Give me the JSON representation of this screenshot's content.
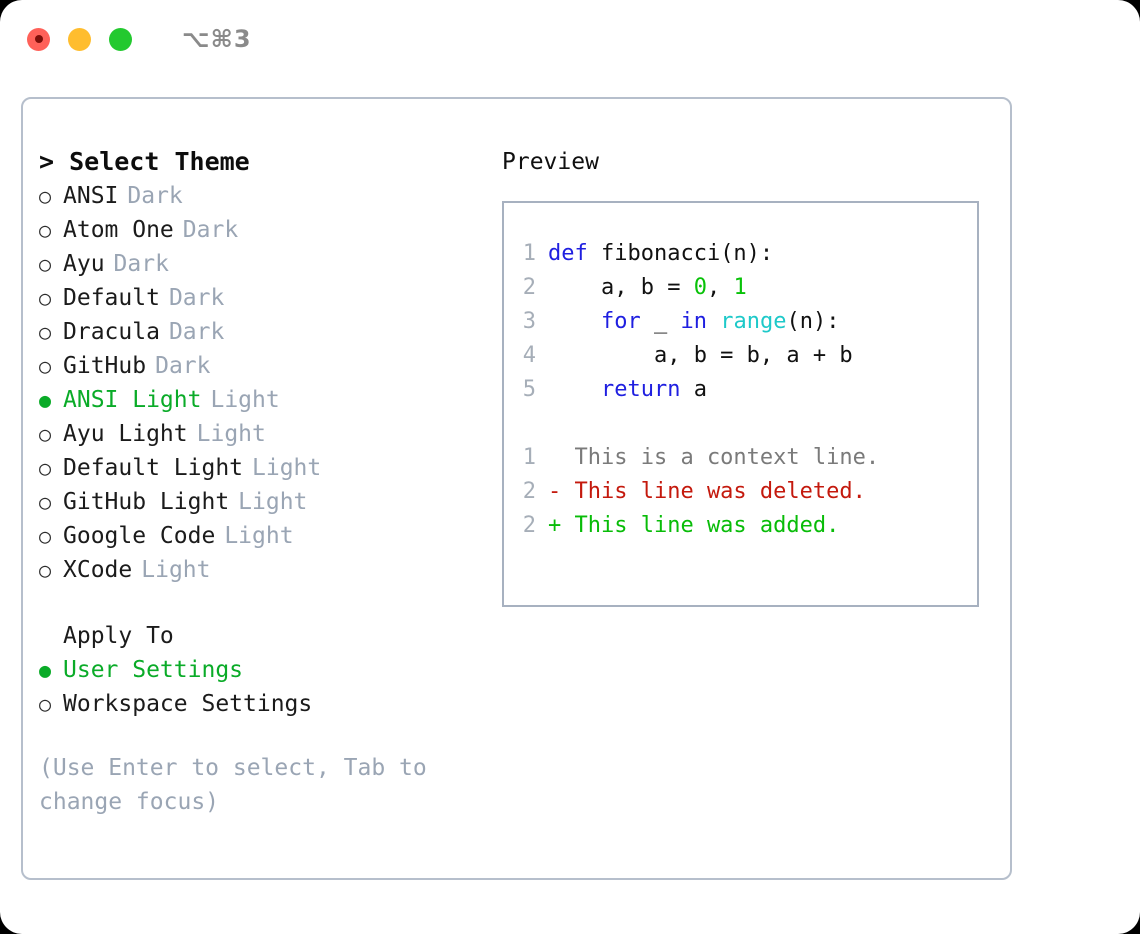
{
  "titlebar": {
    "shortcut": "⌥⌘3",
    "lights": [
      {
        "name": "close",
        "color": "#ff6159"
      },
      {
        "name": "minimize",
        "color": "#ffbd2e"
      },
      {
        "name": "maximize",
        "color": "#23c92f"
      }
    ]
  },
  "left": {
    "heading": "> Select Theme",
    "themes": [
      {
        "bullet": "○",
        "name": "ANSI",
        "tag": "Dark",
        "selected": false
      },
      {
        "bullet": "○",
        "name": "Atom One",
        "tag": "Dark",
        "selected": false
      },
      {
        "bullet": "○",
        "name": "Ayu",
        "tag": "Dark",
        "selected": false
      },
      {
        "bullet": "○",
        "name": "Default",
        "tag": "Dark",
        "selected": false
      },
      {
        "bullet": "○",
        "name": "Dracula",
        "tag": "Dark",
        "selected": false
      },
      {
        "bullet": "○",
        "name": "GitHub",
        "tag": "Dark",
        "selected": false
      },
      {
        "bullet": "●",
        "name": "ANSI Light",
        "tag": "Light",
        "selected": true
      },
      {
        "bullet": "○",
        "name": "Ayu Light",
        "tag": "Light",
        "selected": false
      },
      {
        "bullet": "○",
        "name": "Default Light",
        "tag": "Light",
        "selected": false
      },
      {
        "bullet": "○",
        "name": "GitHub Light",
        "tag": "Light",
        "selected": false
      },
      {
        "bullet": "○",
        "name": "Google Code",
        "tag": "Light",
        "selected": false
      },
      {
        "bullet": "○",
        "name": "XCode",
        "tag": "Light",
        "selected": false
      }
    ],
    "apply_to_label": "Apply To",
    "apply_to": [
      {
        "bullet": "●",
        "name": "User Settings",
        "selected": true
      },
      {
        "bullet": "○",
        "name": "Workspace Settings",
        "selected": false
      }
    ],
    "hint": "(Use Enter to select, Tab to change focus)"
  },
  "preview": {
    "title": "Preview",
    "code_lines": [
      {
        "num": "1",
        "tokens": [
          {
            "text": "def ",
            "cls": "tok-kw"
          },
          {
            "text": "fibonacci(n):",
            "cls": "tok-pl"
          }
        ]
      },
      {
        "num": "2",
        "tokens": [
          {
            "text": "    a, b = ",
            "cls": "tok-pl"
          },
          {
            "text": "0",
            "cls": "tok-num"
          },
          {
            "text": ", ",
            "cls": "tok-pl"
          },
          {
            "text": "1",
            "cls": "tok-num"
          }
        ]
      },
      {
        "num": "3",
        "tokens": [
          {
            "text": "    ",
            "cls": "tok-pl"
          },
          {
            "text": "for",
            "cls": "tok-kw"
          },
          {
            "text": " _ ",
            "cls": "tok-pl"
          },
          {
            "text": "in",
            "cls": "tok-kw"
          },
          {
            "text": " ",
            "cls": "tok-pl"
          },
          {
            "text": "range",
            "cls": "tok-fn"
          },
          {
            "text": "(n):",
            "cls": "tok-pl"
          }
        ]
      },
      {
        "num": "4",
        "tokens": [
          {
            "text": "        a, b = b, a + b",
            "cls": "tok-pl"
          }
        ]
      },
      {
        "num": "5",
        "tokens": [
          {
            "text": "    ",
            "cls": "tok-pl"
          },
          {
            "text": "return",
            "cls": "tok-kw"
          },
          {
            "text": " a",
            "cls": "tok-pl"
          }
        ]
      }
    ],
    "diff_lines": [
      {
        "num": "1",
        "text": "  This is a context line.",
        "kind": "diff-ctx"
      },
      {
        "num": "2",
        "text": "- This line was deleted.",
        "kind": "diff-del"
      },
      {
        "num": "2",
        "text": "+ This line was added.",
        "kind": "diff-add"
      }
    ]
  },
  "colors": {
    "accent_green": "#0aab28",
    "muted": "#9aa5b4",
    "border": "#b6bfcc",
    "keyword": "#1f1fe0",
    "number": "#08c208",
    "function": "#1ec9c9",
    "diff_deleted": "#c4190d",
    "diff_added": "#08bc08"
  }
}
